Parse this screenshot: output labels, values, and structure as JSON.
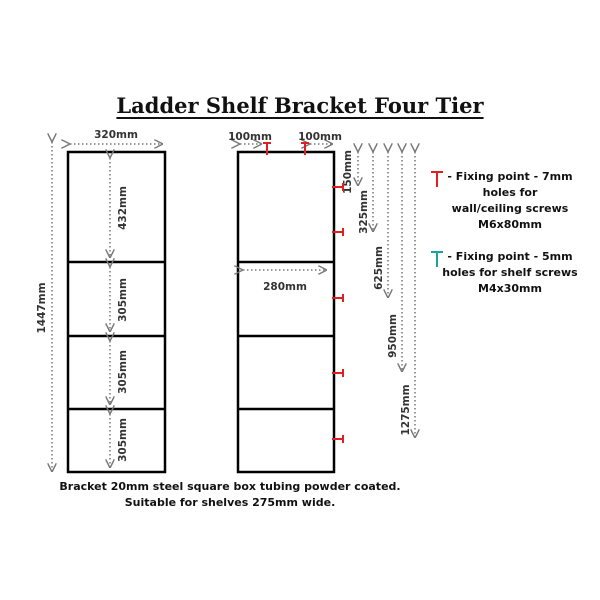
{
  "title": "Ladder Shelf Bracket Four Tier",
  "left_view": {
    "width_label": "320mm",
    "height_label": "1447mm",
    "tier_labels": [
      "432mm",
      "305mm",
      "305mm",
      "305mm"
    ]
  },
  "right_view": {
    "top_left_label": "100mm",
    "top_right_label": "100mm",
    "inner_width_label": "280mm",
    "depth_labels": [
      "150mm",
      "325mm",
      "625mm",
      "950mm",
      "1275mm"
    ]
  },
  "legend": {
    "red": {
      "lines": [
        "- Fixing point - 7mm",
        "holes for",
        "wall/ceiling screws",
        "M6x80mm"
      ],
      "color": "#e02020"
    },
    "teal": {
      "lines": [
        "- Fixing point - 5mm",
        "holes for shelf screws",
        "M4x30mm"
      ],
      "color": "#1aa39a"
    }
  },
  "footer": {
    "line1": "Bracket 20mm steel square box tubing powder coated.",
    "line2": "Suitable for shelves 275mm wide."
  }
}
